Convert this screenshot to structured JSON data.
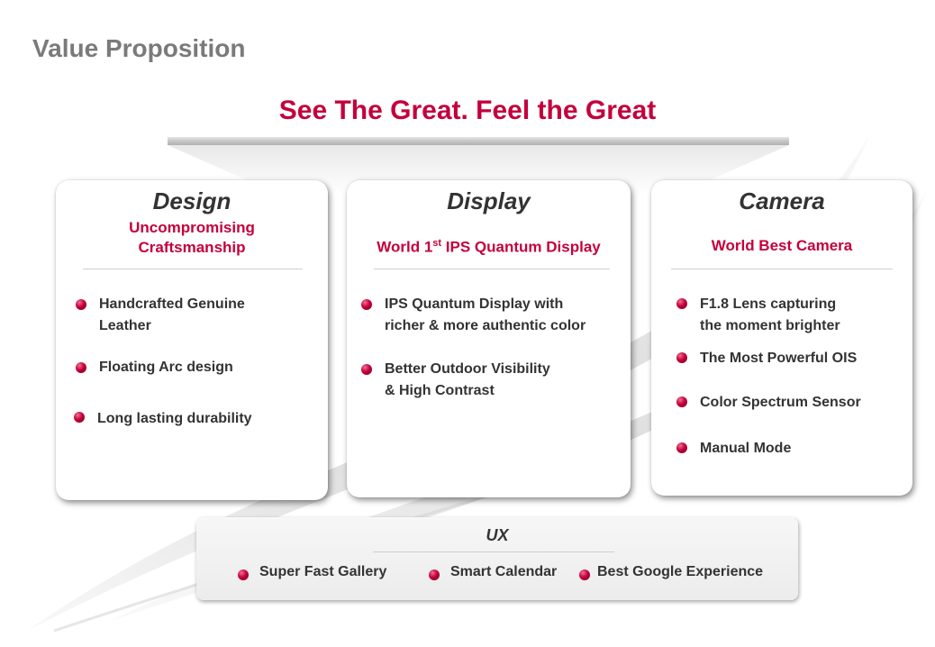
{
  "page": {
    "title": "Value Proposition",
    "tagline": "See The Great. Feel the Great"
  },
  "colors": {
    "accent": "#c4003c",
    "title_gray": "#7a7a7a",
    "text": "#333333"
  },
  "cards": [
    {
      "heading": "Design",
      "subtitle_line1": "Uncompromising",
      "subtitle_line2": "Craftsmanship",
      "bullets": [
        {
          "line1": "Handcrafted Genuine",
          "line2": "Leather"
        },
        {
          "line1": "Floating Arc design"
        },
        {
          "line1": "Long lasting durability"
        }
      ]
    },
    {
      "heading": "Display",
      "subtitle_pre": "World 1",
      "subtitle_sup": "st",
      "subtitle_post": " IPS Quantum Display",
      "bullets": [
        {
          "line1": "IPS Quantum Display with",
          "line2": "richer & more authentic color"
        },
        {
          "line1": "Better Outdoor Visibility",
          "line2": "& High Contrast"
        }
      ]
    },
    {
      "heading": "Camera",
      "subtitle": "World Best Camera",
      "bullets": [
        {
          "line1": "F1.8 Lens capturing",
          "line2": "the moment brighter"
        },
        {
          "line1": "The Most Powerful OIS"
        },
        {
          "line1": "Color Spectrum Sensor"
        },
        {
          "line1": "Manual Mode"
        }
      ]
    }
  ],
  "ux": {
    "title": "UX",
    "items": [
      "Super Fast Gallery",
      "Smart Calendar",
      "Best Google Experience"
    ]
  }
}
